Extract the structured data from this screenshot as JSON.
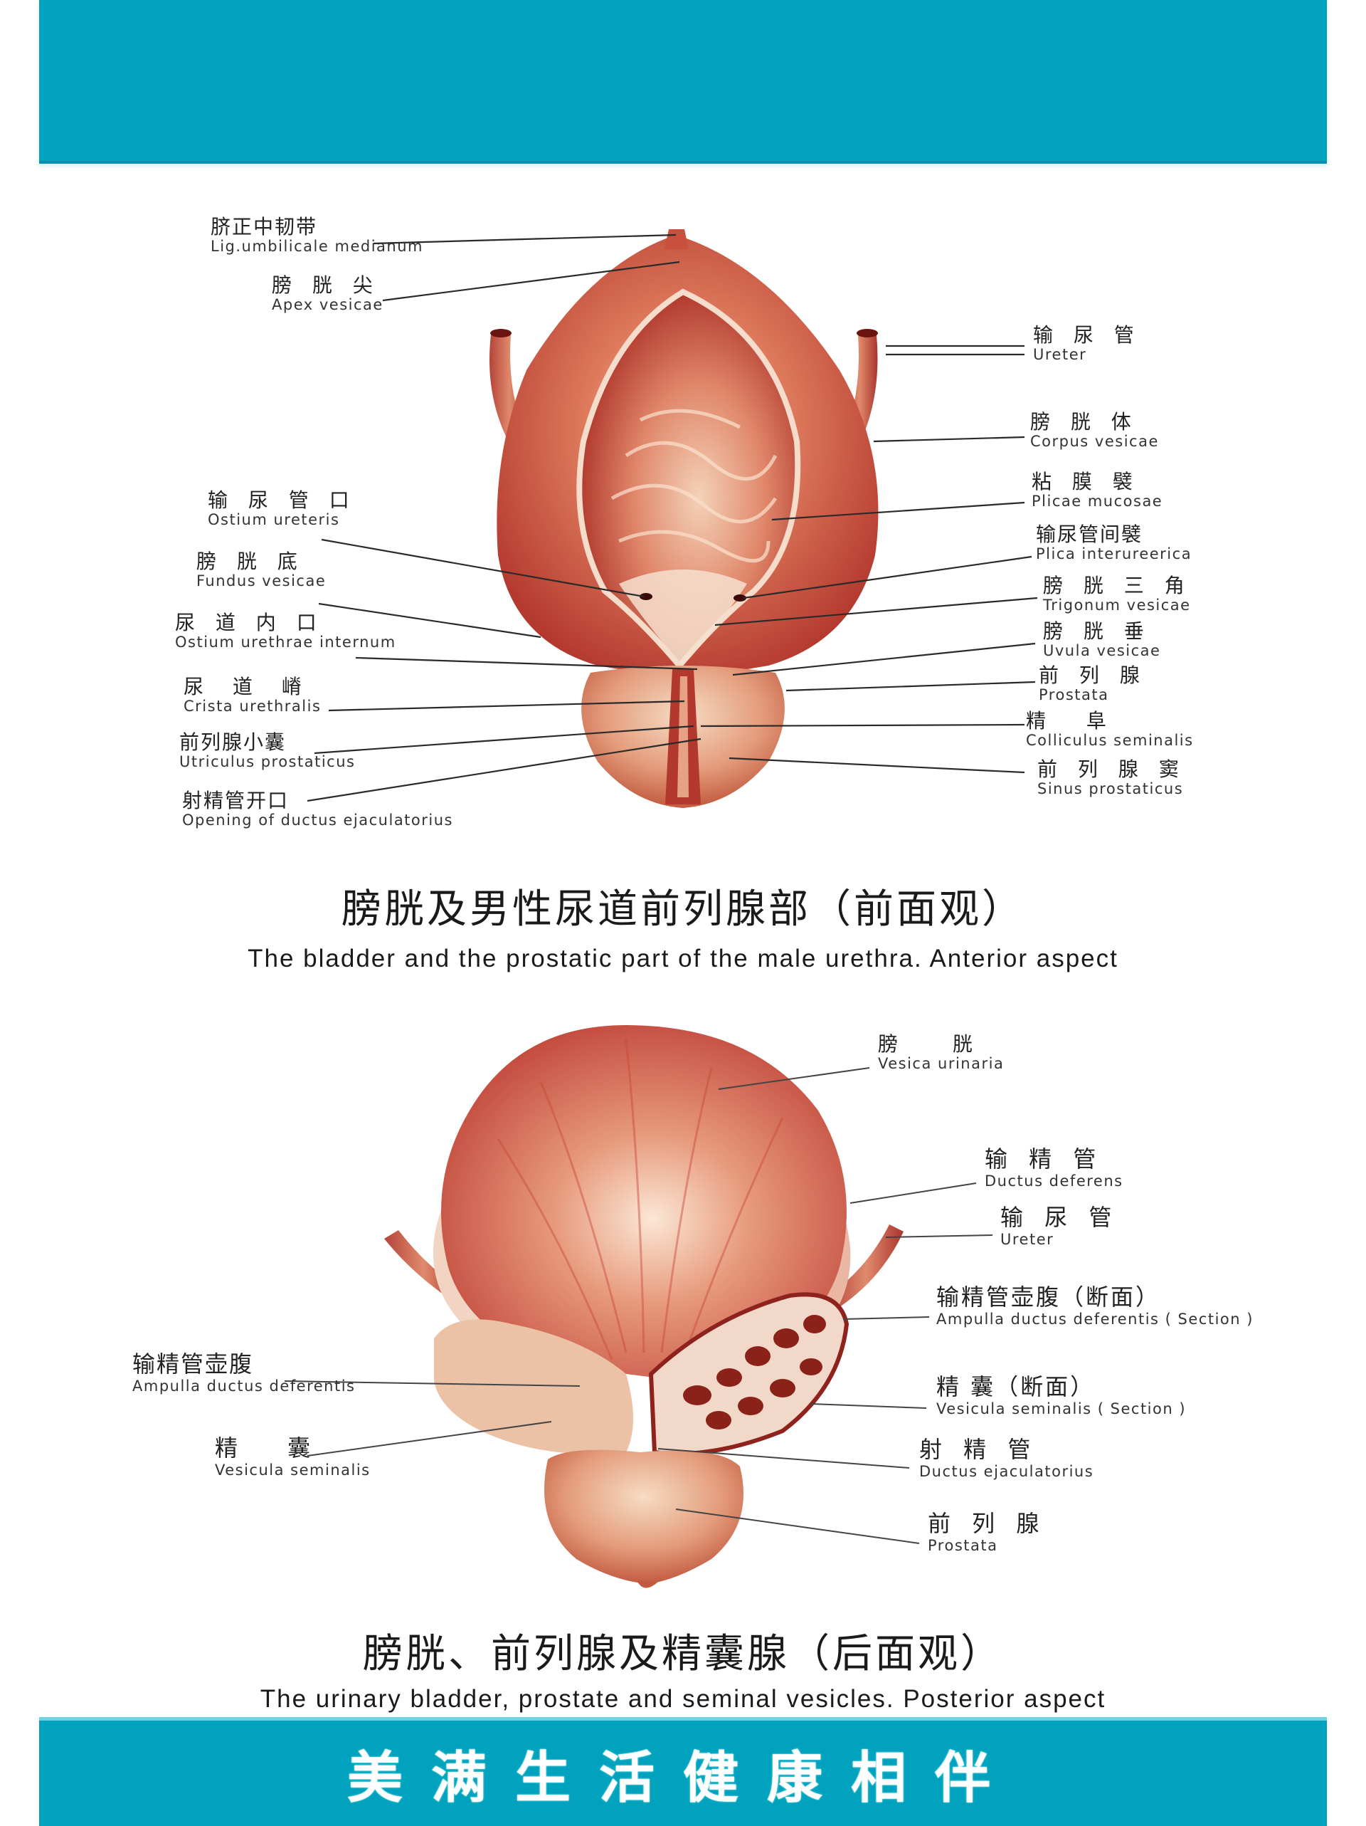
{
  "colors": {
    "banner": "#01a2be",
    "banner_edge": "#6fd0df",
    "tissue_dark": "#b8322a",
    "tissue_mid": "#d9674f",
    "tissue_light": "#f2c9b0",
    "leader_line": "#333333"
  },
  "figure1": {
    "title_zh": "膀胱及男性尿道前列腺部（前面观）",
    "title_en": "The bladder and the prostatic part of the male urethra. Anterior aspect",
    "labels_left": [
      {
        "zh": "脐正中韧带",
        "en": "Lig.umbilicale medianum"
      },
      {
        "zh": "膀 胱 尖",
        "en": "Apex vesicae"
      },
      {
        "zh": "输 尿 管 口",
        "en": "Ostium ureteris"
      },
      {
        "zh": "膀 胱 底",
        "en": "Fundus vesicae"
      },
      {
        "zh": "尿 道 内 口",
        "en": "Ostium urethrae internum"
      },
      {
        "zh": "尿 道 嵴",
        "en": "Crista urethralis"
      },
      {
        "zh": "前列腺小囊",
        "en": "Utriculus prostaticus"
      },
      {
        "zh": "射精管开口",
        "en": "Opening of ductus ejaculatorius"
      }
    ],
    "labels_right": [
      {
        "zh": "输 尿 管",
        "en": "Ureter"
      },
      {
        "zh": "膀 胱 体",
        "en": "Corpus vesicae"
      },
      {
        "zh": "粘 膜 襞",
        "en": "Plicae mucosae"
      },
      {
        "zh": "输尿管间襞",
        "en": "Plica interureerica"
      },
      {
        "zh": "膀 胱 三 角",
        "en": "Trigonum vesicae"
      },
      {
        "zh": "膀 胱 垂",
        "en": "Uvula vesicae"
      },
      {
        "zh": "前 列 腺",
        "en": "Prostata"
      },
      {
        "zh": "精 阜",
        "en": "Colliculus seminalis"
      },
      {
        "zh": "前 列 腺 窦",
        "en": "Sinus prostaticus"
      }
    ]
  },
  "figure2": {
    "title_zh": "膀胱、前列腺及精囊腺（后面观）",
    "title_en": "The urinary bladder, prostate and seminal vesicles. Posterior aspect",
    "labels_left": [
      {
        "zh": "输精管壶腹",
        "en": "Ampulla ductus deferentis"
      },
      {
        "zh": "精 囊",
        "en": "Vesicula seminalis"
      }
    ],
    "labels_right": [
      {
        "zh": "膀 胱",
        "en": "Vesica urinaria"
      },
      {
        "zh": "输 精 管",
        "en": "Ductus deferens"
      },
      {
        "zh": "输 尿 管",
        "en": "Ureter"
      },
      {
        "zh": "输精管壶腹（断面）",
        "en": "Ampulla ductus deferentis ( Section )"
      },
      {
        "zh": "精 囊（断面）",
        "en": "Vesicula seminalis ( Section )"
      },
      {
        "zh": "射 精 管",
        "en": "Ductus ejaculatorius"
      },
      {
        "zh": "前 列 腺",
        "en": "Prostata"
      }
    ]
  },
  "footer": {
    "slogan_left": "美满生活",
    "slogan_right": "健康相伴"
  }
}
